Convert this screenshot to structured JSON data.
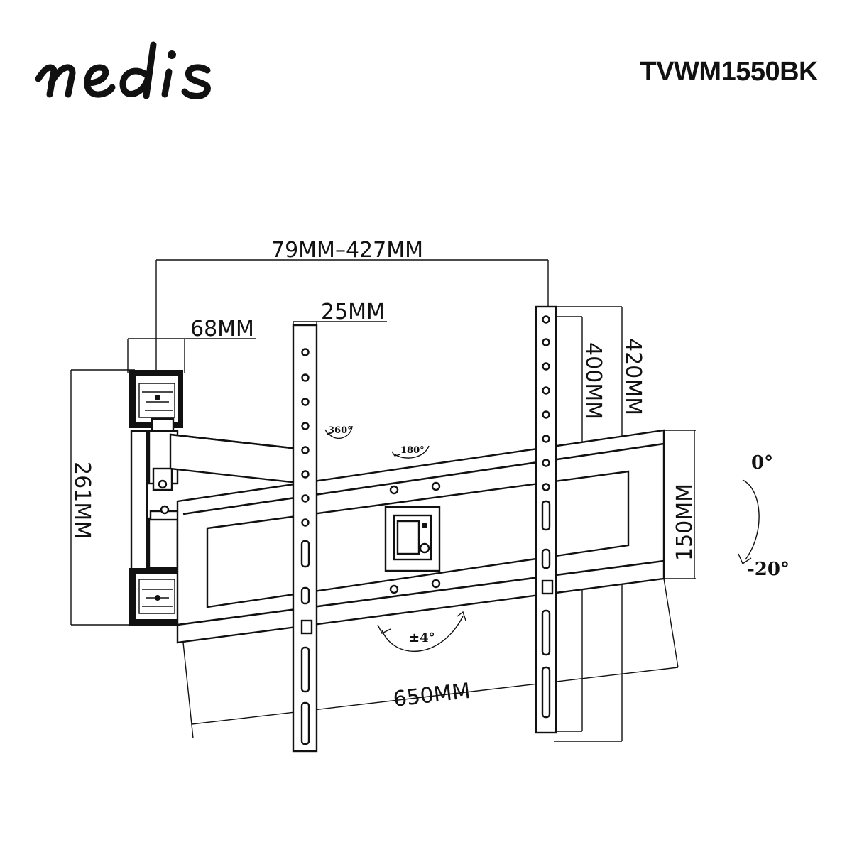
{
  "brand": {
    "logo_text": "nedis",
    "model": "TVWM1550BK"
  },
  "dimensions": {
    "vesa_horizontal": "79MM–427MM",
    "strip_width": "25MM",
    "bracket_width": "68MM",
    "bracket_height": "261MM",
    "vesa_vertical": "400MM",
    "strip_height": "420MM",
    "extension": "650MM",
    "arm_height": "150MM"
  },
  "angles": {
    "swivel_arm": "360°",
    "swivel_plate": "180°",
    "rotation": "±4°",
    "tilt_top": "0°",
    "tilt_bottom": "-20°"
  }
}
